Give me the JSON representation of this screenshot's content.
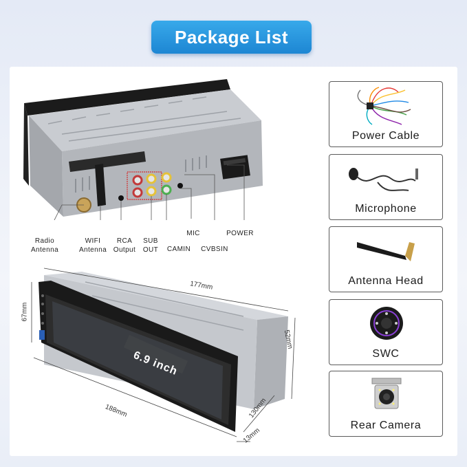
{
  "title": "Package List",
  "ports": {
    "radio_antenna": [
      "Radio",
      "Antenna"
    ],
    "wifi_antenna": [
      "WIFI",
      "Antenna"
    ],
    "rca_output": [
      "RCA",
      "Output"
    ],
    "sub_out": [
      "SUB",
      "OUT"
    ],
    "camin": "CAMIN",
    "mic": "MIC",
    "cvbsin": "CVBSIN",
    "power": "POWER"
  },
  "dimensions": {
    "width": "177mm",
    "height_front": "67mm",
    "height_back": "52mm",
    "front_width": "188mm",
    "depth": "130mm",
    "thickness": "13mm",
    "screen": "6.9 inch"
  },
  "items": [
    {
      "label": "Power Cable",
      "icon": "power-cable-icon"
    },
    {
      "label": "Microphone",
      "icon": "microphone-icon"
    },
    {
      "label": "Antenna Head",
      "icon": "antenna-head-icon"
    },
    {
      "label": "SWC",
      "icon": "steering-wheel-control-icon"
    },
    {
      "label": "Rear Camera",
      "icon": "rear-camera-icon"
    }
  ],
  "colors": {
    "banner": "#1d86d3",
    "swc_accent": "#8a3fd6"
  }
}
